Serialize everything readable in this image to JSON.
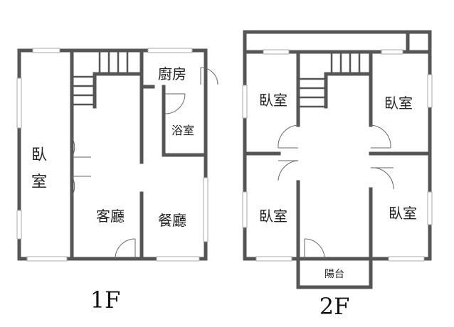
{
  "floors": [
    {
      "label": "1F",
      "rooms": {
        "kitchen": "廚房",
        "bathroom": "浴室",
        "bedroom_char1": "臥",
        "bedroom_char2": "室",
        "living": "客廳",
        "dining": "餐廳"
      }
    },
    {
      "label": "2F",
      "rooms": {
        "bedroom_nw": "臥室",
        "bedroom_ne": "臥室",
        "bedroom_sw": "臥室",
        "bedroom_se": "臥室",
        "balcony": "陽台"
      }
    }
  ],
  "colors": {
    "wall": "#555555",
    "window": "#999999",
    "door": "#666666"
  }
}
